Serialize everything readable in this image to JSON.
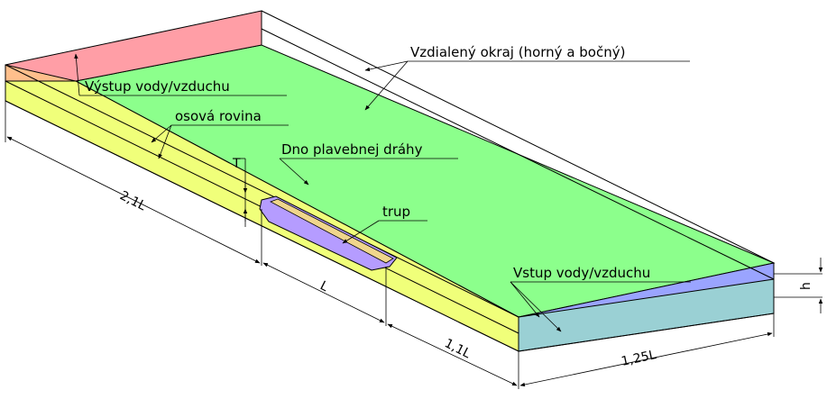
{
  "labels": {
    "far_edge": "Vzdialený okraj (horný a bočný)",
    "outlet": "Výstup vody/vzduchu",
    "axis_plane": "osová rovina",
    "channel_bottom": "Dno plavebnej dráhy",
    "hull": "trup",
    "inlet": "Vstup vody/vzduchu"
  },
  "dimensions": {
    "upstream": "2,1L",
    "hull_length": "L",
    "downstream": "1,1L",
    "width": "1,25L",
    "draft": "T",
    "depth": "h"
  },
  "colors": {
    "bottom": "#8cff8c",
    "outlet_top": "#ff9ea6",
    "outlet_face": "#ffbf8c",
    "side": "#f0ff7a",
    "inlet_top": "#9aa4ff",
    "inlet_face": "#9ad0d4",
    "hull": "#b59cff",
    "hull_deck": "#f0d68c"
  }
}
